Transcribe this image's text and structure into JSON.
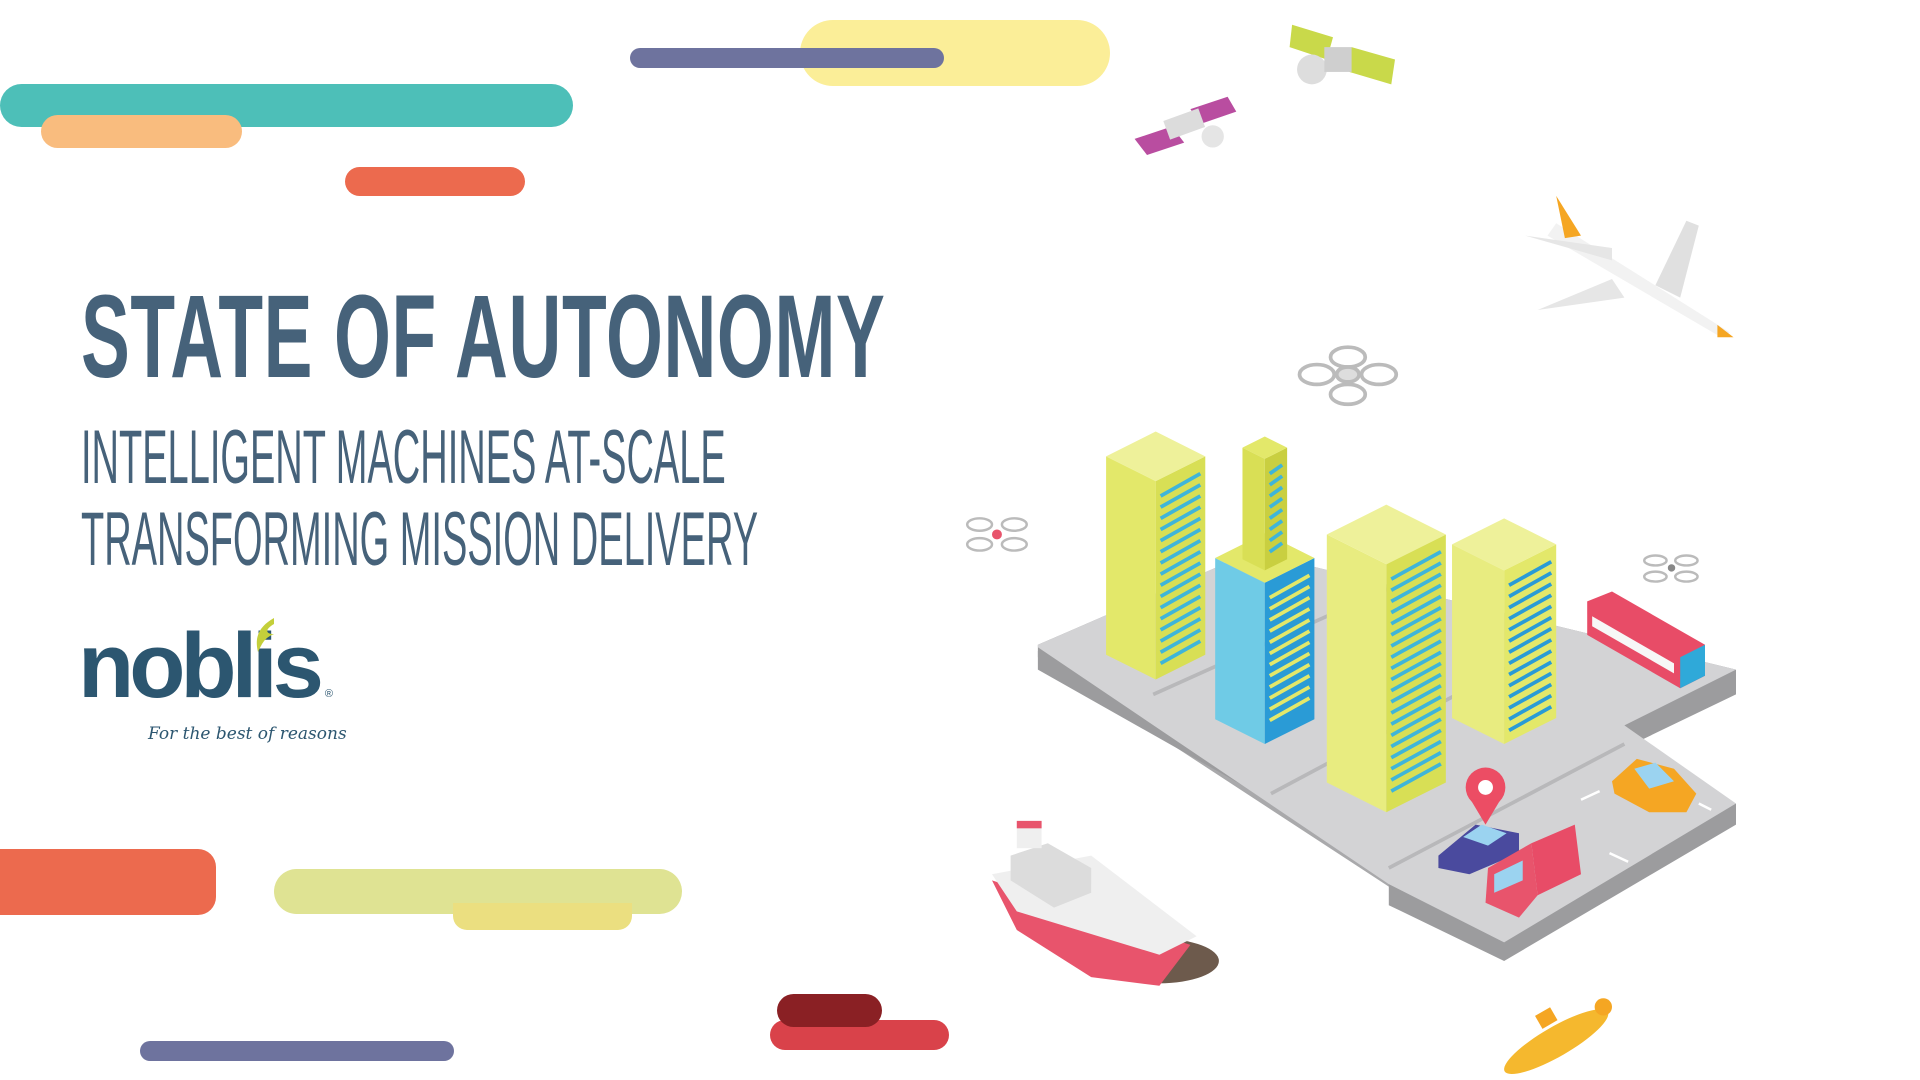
{
  "hero": {
    "title": "STATE OF AUTONOMY",
    "subtitle_line1": "INTELLIGENT MACHINES AT-SCALE",
    "subtitle_line2": "TRANSFORMING MISSION DELIVERY"
  },
  "logo": {
    "name": "noblis",
    "registered_mark": "®",
    "tagline": "For the best of reasons"
  },
  "colors": {
    "text": "#46627a",
    "teal": "#4dbfb8",
    "peach": "#f9bc7e",
    "coral": "#ec6a4e",
    "yellow": "#fbee98",
    "purple": "#6e739e",
    "lime": "#dfe393",
    "dark_red": "#8a2024",
    "red": "#d9424a"
  }
}
